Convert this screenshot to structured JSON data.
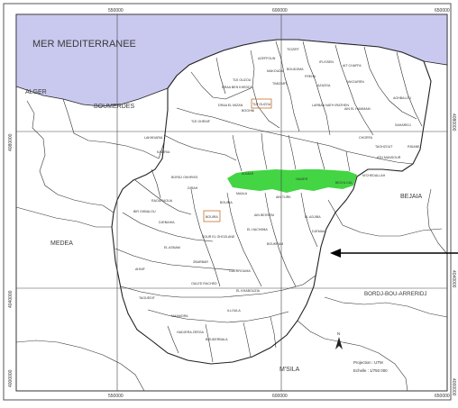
{
  "grid": {
    "top_ticks": [
      "550000",
      "600000",
      "650000"
    ],
    "bottom_ticks": [
      "550000",
      "600000",
      "650000"
    ],
    "left_ticks": [
      "4080000",
      "4040000",
      "4000000"
    ],
    "right_ticks": [
      "4080000",
      "4040000",
      "4000000"
    ]
  },
  "regions": {
    "sea": "MER MEDITERRANEE",
    "west_top": "ALGER",
    "west_mid": "BOUMERDES",
    "west_low": "MEDEA",
    "east_mid": "BEJAIA",
    "south_east": "BORDJ-BOU-ARRERIDJ",
    "south": "M'SILA"
  },
  "communes": [
    "TIGZIRT",
    "AZEFFOUN",
    "MAKOUDA",
    "BOUDJIMA",
    "IFLISSEN",
    "AIT CHAFFA",
    "DRAA BEN KHEDDA",
    "TIZI OUZOU",
    "AZAZGA",
    "FREHA",
    "YAKOUREN",
    "TIMIZART",
    "BOGHNI",
    "DRAA EL MIZAN",
    "TIZI GHENIF",
    "LARBAA NATH IRATHEN",
    "AIN EL HAMMAM",
    "BOUIRA",
    "LAKHDARIA",
    "KADIRIA",
    "AIN BESSEM",
    "SOUR EL GHOZLANE",
    "M'CHEDALLAH",
    "HAIZER",
    "BECHLOUL",
    "AOMAR",
    "BORDJ OKHRISS",
    "DIRAH",
    "RAOURAOUA",
    "EL HACHIMIA",
    "BIR GHBALOU",
    "DJEBAHIA",
    "BOUKRAM",
    "MAALA",
    "AHNIF",
    "CHORFA",
    "TAGHZOUT",
    "EL ADJIBA",
    "AIN TURK",
    "SAHARIDJ",
    "ATH MANSOUR",
    "AGHBALOU",
    "RIDANE",
    "EL ASNAM",
    "ZBARBAR",
    "GUERROUMA",
    "OULED RACHED",
    "EL KHABOUZIA",
    "TAGUEDIT",
    "MAAMORA",
    "HADJERA ZERGA",
    "BOUDERBALA",
    "ILLOULA",
    "DJEMAA"
  ],
  "labels_boxed": [
    "TIZI OUZOU",
    "BOUIRA"
  ],
  "legend": {
    "projection_label": "Projection :  UTM",
    "scale_label": "Echelle :  1/750 000",
    "north_symbol": "N"
  },
  "colors": {
    "sea": "#c9c8ef",
    "land_outside": "#ffffff",
    "study_area": "#ffffff",
    "green_band": "#2fd02f",
    "boundary": "#222222",
    "label_box": "#c8712a"
  }
}
